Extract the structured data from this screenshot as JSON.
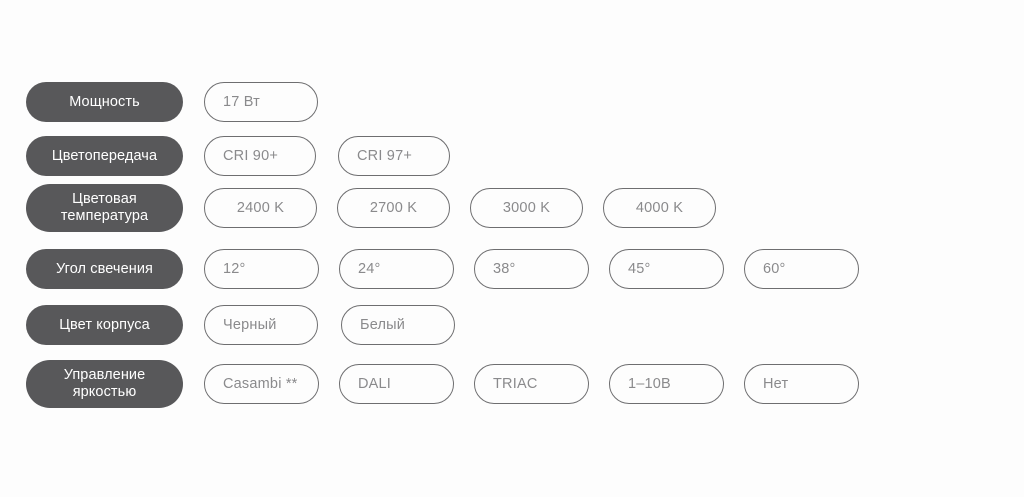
{
  "colors": {
    "background": "#fdfdfd",
    "label_pill_bg": "#58585a",
    "label_pill_text": "#ffffff",
    "option_pill_border": "#6e6e70",
    "option_pill_text": "#8a8a8c"
  },
  "spec_table": {
    "rows": [
      {
        "label": "Мощность",
        "two_line": false,
        "align": "left",
        "pill_width": 114,
        "pill_gap": 21,
        "options": [
          "17 Вт"
        ]
      },
      {
        "label": "Цветопередача",
        "two_line": false,
        "align": "left",
        "pill_width": 112,
        "pill_gap": 22,
        "options": [
          "CRI 90+",
          "CRI 97+"
        ]
      },
      {
        "label": "Цветовая\nтемпература",
        "two_line": true,
        "align": "center",
        "pill_width": 113,
        "pill_gap": 20,
        "options": [
          "2400 K",
          "2700 K",
          "3000 K",
          "4000 K"
        ]
      },
      {
        "label": "Угол свечения",
        "two_line": false,
        "align": "left",
        "pill_width": 115,
        "pill_gap": 20,
        "options": [
          "12°",
          "24°",
          "38°",
          "45°",
          "60°"
        ]
      },
      {
        "label": "Цвет корпуса",
        "two_line": false,
        "align": "left",
        "pill_width": 114,
        "pill_gap": 23,
        "options": [
          "Черный",
          "Белый"
        ]
      },
      {
        "label": "Управление\nяркостью",
        "two_line": true,
        "align": "left",
        "pill_width": 115,
        "pill_gap": 20,
        "options": [
          "Casambi **",
          "DALI",
          "TRIAC",
          "1–10В",
          "Нет"
        ]
      }
    ]
  }
}
